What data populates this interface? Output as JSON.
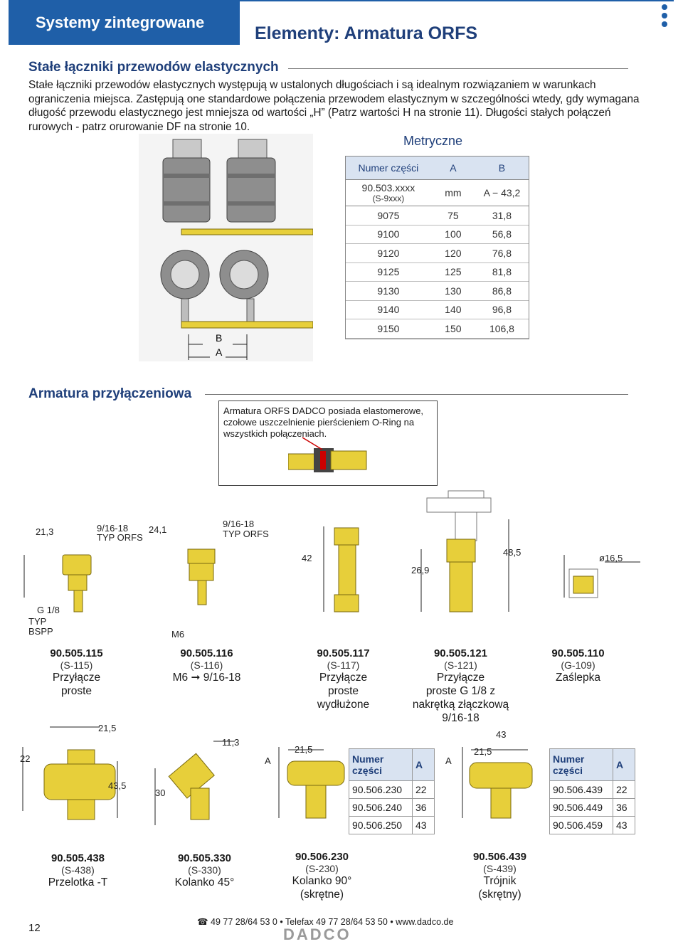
{
  "header": {
    "section": "Systemy zintegrowane",
    "title": "Elementy: Armatura ORFS"
  },
  "fixed": {
    "title": "Stałe łączniki przewodów elastycznych",
    "text": "Stałe łączniki przewodów elastycznych występują w ustalonych długościach i są idealnym rozwiązaniem w warunkach ograniczenia miejsca. Zastępują one standardowe połączenia przewodem elastycznym w szczególności wtedy, gdy wymagana długość przewodu elastycznego jest mniejsza od wartości „H” (Patrz wartości H na stronie 11). Długości stałych połączeń rurowych - patrz orurowanie DF na stronie 10.",
    "metric_label": "Metryczne",
    "table": {
      "headers": [
        "Numer części",
        "A",
        "B"
      ],
      "sub": {
        "part": "90.503.xxxx",
        "part2": "(S-9xxx)",
        "a": "mm",
        "b": "A − 43,2"
      },
      "rows": [
        [
          "9075",
          "75",
          "31,8"
        ],
        [
          "9100",
          "100",
          "56,8"
        ],
        [
          "9120",
          "120",
          "76,8"
        ],
        [
          "9125",
          "125",
          "81,8"
        ],
        [
          "9130",
          "130",
          "86,8"
        ],
        [
          "9140",
          "140",
          "96,8"
        ],
        [
          "9150",
          "150",
          "106,8"
        ]
      ]
    },
    "dim_b": "B",
    "dim_a": "A"
  },
  "fittings": {
    "title": "Armatura przyłączeniowa",
    "note": "Armatura ORFS DADCO posiada elastomerowe, czołowe uszczelnienie pierścieniem O-Ring na wszystkich połączeniach."
  },
  "dims_row1": {
    "d21_3": "21,3",
    "typ_orfs_a1": "9/16-18",
    "typ_orfs_a2": "TYP ORFS",
    "d24_1": "24,1",
    "typ_orfs_b1": "9/16-18",
    "typ_orfs_b2": "TYP ORFS",
    "d42": "42",
    "d26_9": "26,9",
    "d48_5": "48,5",
    "d16_5": "ø16,5",
    "g18_1": "G 1/8",
    "g18_2": "TYP",
    "g18_3": "BSPP",
    "m6": "M6"
  },
  "parts_row1": [
    {
      "num": "90.505.115",
      "code": "(S-115)",
      "desc1": "Przyłącze",
      "desc2": "proste",
      "desc3": "",
      "desc4": "",
      "desc5": ""
    },
    {
      "num": "90.505.116",
      "code": "(S-116)",
      "desc1": "M6 ➞ 9/16-18",
      "desc2": "",
      "desc3": "",
      "desc4": "",
      "desc5": ""
    },
    {
      "num": "90.505.117",
      "code": "(S-117)",
      "desc1": "Przyłącze",
      "desc2": "proste",
      "desc3": "wydłużone",
      "desc4": "",
      "desc5": ""
    },
    {
      "num": "90.505.121",
      "code": "(S-121)",
      "desc1": "Przyłącze",
      "desc2": "proste G 1/8 z",
      "desc3": "nakrętką złączkową",
      "desc4": "9/16-18",
      "desc5": ""
    },
    {
      "num": "90.505.110",
      "code": "(G-109)",
      "desc1": "Zaślepka",
      "desc2": "",
      "desc3": "",
      "desc4": "",
      "desc5": ""
    }
  ],
  "dims_row2": {
    "d22": "22",
    "d21_5a": "21,5",
    "d43_5": "43,5",
    "d11_3": "11,3",
    "d30": "30",
    "a1": "A",
    "d21_5b": "21,5",
    "a2": "A",
    "d21_5c": "21,5",
    "d43": "43"
  },
  "table_230": {
    "h1": "Numer",
    "h2": "części",
    "h3": "A",
    "rows": [
      [
        "90.506.230",
        "22"
      ],
      [
        "90.506.240",
        "36"
      ],
      [
        "90.506.250",
        "43"
      ]
    ]
  },
  "table_439": {
    "h1": "Numer",
    "h2": "części",
    "h3": "A",
    "rows": [
      [
        "90.506.439",
        "22"
      ],
      [
        "90.506.449",
        "36"
      ],
      [
        "90.506.459",
        "43"
      ]
    ]
  },
  "parts_row2": [
    {
      "num": "90.505.438",
      "code": "(S-438)",
      "desc1": "Przelotka -T",
      "desc2": ""
    },
    {
      "num": "90.505.330",
      "code": "(S-330)",
      "desc1": "Kolanko 45°",
      "desc2": ""
    },
    {
      "num": "90.506.230",
      "code": "(S-230)",
      "desc1": "Kolanko 90°",
      "desc2": "(skrętne)"
    },
    {
      "num": "90.506.439",
      "code": "(S-439)",
      "desc1": "Trójnik",
      "desc2": "(skrętny)"
    }
  ],
  "footer": {
    "contact": "☎ 49 77 28/64 53 0 • Telefax 49 77 28/64 53 50 • www.dadco.de",
    "page": "12",
    "logo": "DADCO"
  }
}
